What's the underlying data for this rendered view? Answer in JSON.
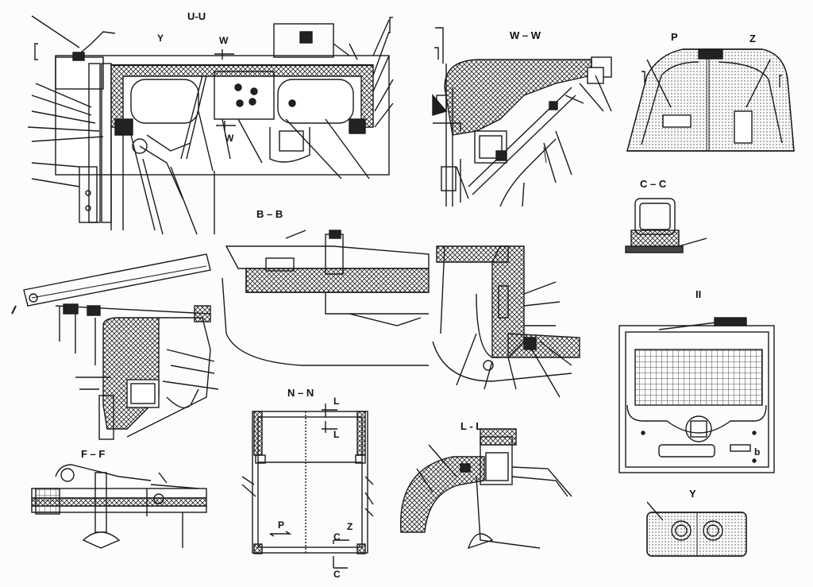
{
  "views": {
    "uu": "U-U",
    "ww": "W – W",
    "p": "P",
    "z": "Z",
    "cc": "C – C",
    "bb": "B – B",
    "ii": "II",
    "ff": "F – F",
    "nn": "N – N",
    "ll": "L - L",
    "y": "Y"
  },
  "markers": {
    "y_in_uu": "Y",
    "w_top": "W",
    "w_bottom": "W",
    "l_top": "L",
    "l_bottom": "L",
    "p_arrow": "P",
    "z_arrow": "Z",
    "c_top": "C",
    "c_bottom": "C",
    "b_panel": "b"
  },
  "colors": {
    "ink": "#1a1a1a",
    "paper": "#fcfcfc"
  }
}
